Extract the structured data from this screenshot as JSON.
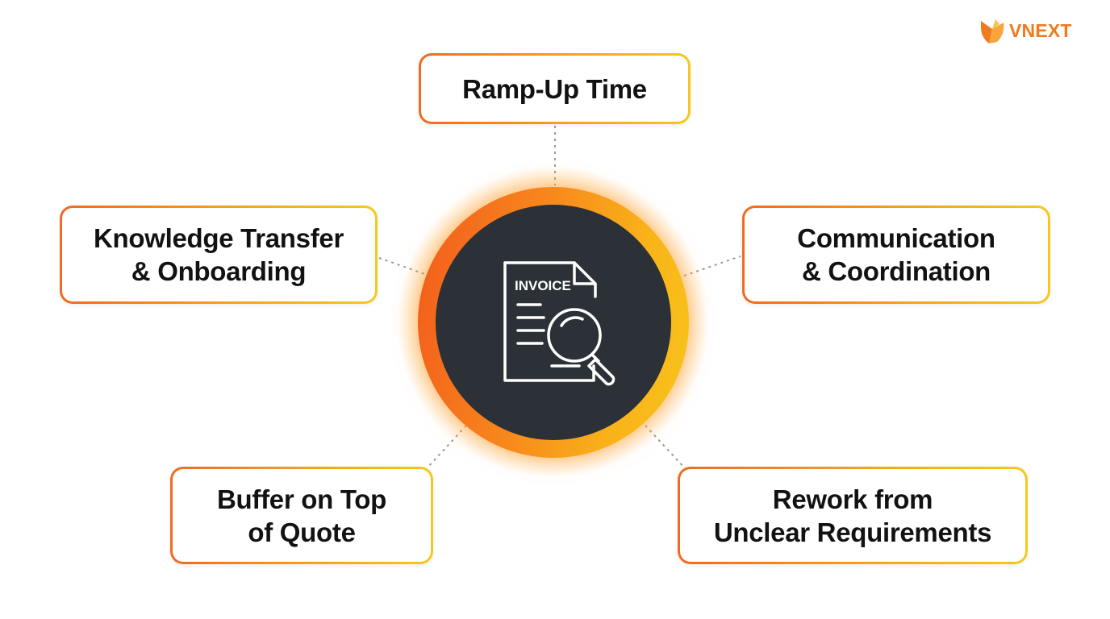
{
  "brand": {
    "name": "VNEXT",
    "logo_icon": "flame-wing-icon",
    "color": "#f07a1e"
  },
  "hub": {
    "icon": "invoice-search-icon",
    "icon_label": "INVOICE"
  },
  "nodes": {
    "top": {
      "lines": [
        "Ramp-Up Time"
      ]
    },
    "left": {
      "lines": [
        "Knowledge Transfer",
        "& Onboarding"
      ]
    },
    "right": {
      "lines": [
        "Communication",
        "& Coordination"
      ]
    },
    "bottom_left": {
      "lines": [
        "Buffer on Top",
        "of Quote"
      ]
    },
    "bottom_right": {
      "lines": [
        "Rework from",
        "Unclear Requirements"
      ]
    }
  },
  "colors": {
    "accent_orange": "#f06a22",
    "accent_yellow": "#f6c81e",
    "hub_dark": "#2b3137",
    "text": "#121212",
    "connector": "#9a9a9a"
  }
}
